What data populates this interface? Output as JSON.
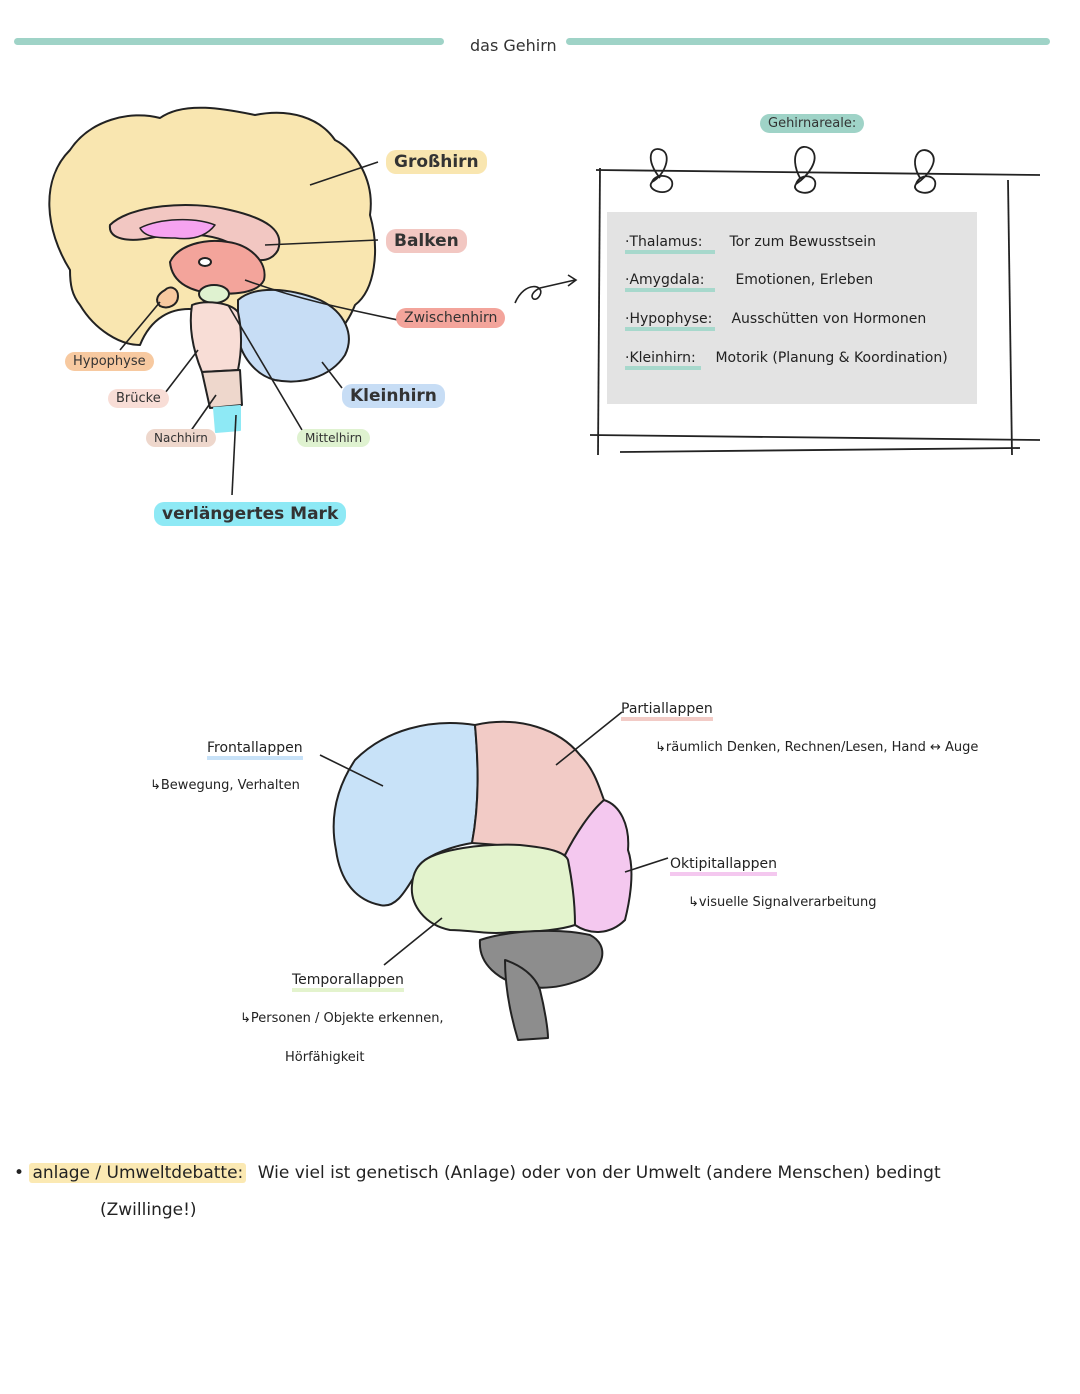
{
  "title": "das Gehirn",
  "colors": {
    "bar": "#9fd3c7",
    "grosshirn": "#f9e6b0",
    "balken": "#f2c7c2",
    "zwischenhirn": "#f3a49b",
    "kleinhirn": "#c7ddf5",
    "verlaengertes_mark": "#8ee9f5",
    "hypophyse": "#f7c9a0",
    "mittelhirn": "#dff2d0",
    "nachhirn": "#eed7cc",
    "frontal": "#c8e2f8",
    "parietal": "#f2cbc6",
    "okzipital": "#f4c8ef",
    "temporal": "#e3f3cd",
    "cerebellum_gray": "#8d8d8d"
  },
  "sagittal_labels": {
    "grosshirn": "Großhirn",
    "balken": "Balken",
    "zwischenhirn": "Zwischenhirn",
    "kleinhirn": "Kleinhirn",
    "hypophyse": "Hypophyse",
    "bruecke": "Brücke",
    "nachhirn": "Nachhirn",
    "mittelhirn": "Mittelhirn",
    "verlaengertes_mark": "verlängertes Mark"
  },
  "areas_box": {
    "heading": "Gehirnareale:",
    "rows": [
      {
        "term": "·Thalamus:",
        "desc": "Tor zum Bewusstsein"
      },
      {
        "term": "·Amygdala:",
        "desc": "Emotionen, Erleben"
      },
      {
        "term": "·Hypophyse:",
        "desc": "Ausschütten von Hormonen"
      },
      {
        "term": "·Kleinhirn:",
        "desc": "Motorik  (Planung & Koordination)"
      }
    ]
  },
  "lobes": {
    "frontal": {
      "name": "Frontallappen",
      "desc": "↳Bewegung, Verhalten"
    },
    "parietal": {
      "name": "Partiallappen",
      "desc": "↳räumlich Denken, Rechnen/Lesen, Hand ↔ Auge"
    },
    "okzipital": {
      "name": "Oktipitallappen",
      "desc": "↳visuelle Signalverarbeitung"
    },
    "temporal": {
      "name": "Temporallappen",
      "desc": "↳Personen / Objekte erkennen,",
      "desc2": "Hörfähigkeit"
    }
  },
  "debate": {
    "term": "anlage / Umweltdebatte:",
    "text": "Wie viel ist genetisch (Anlage) oder von der Umwelt (andere Menschen) bedingt",
    "note": "(Zwillinge!)"
  }
}
